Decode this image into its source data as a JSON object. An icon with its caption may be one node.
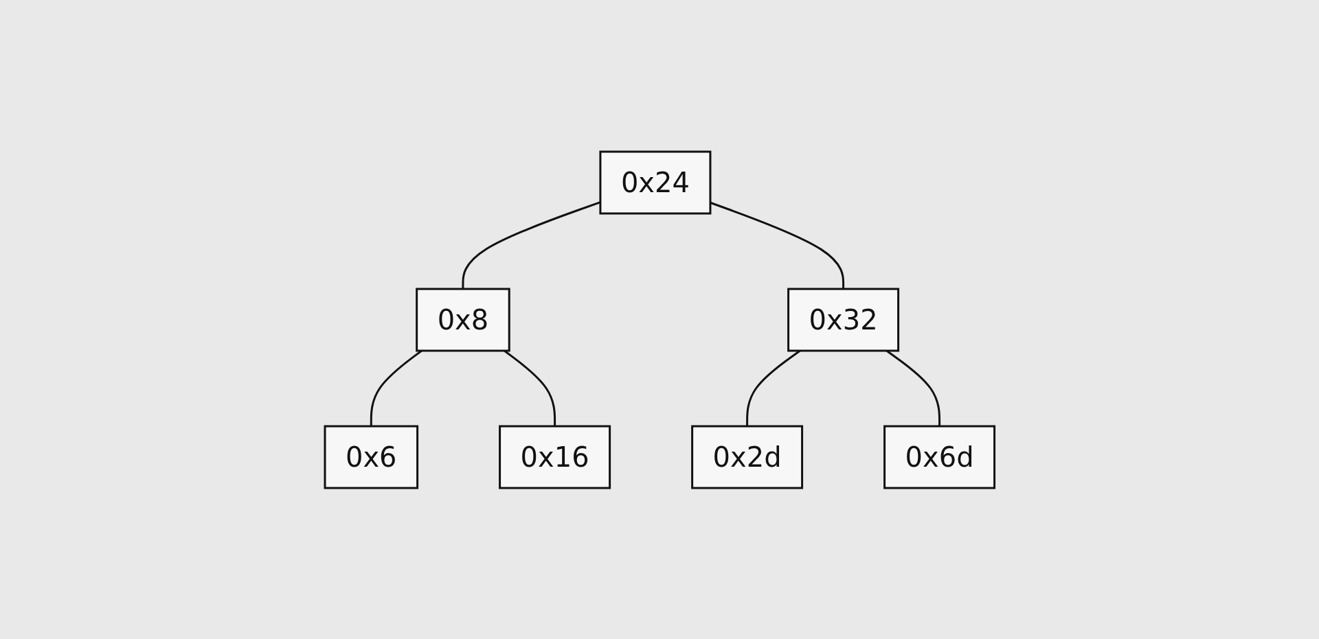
{
  "diagram": {
    "nodes": [
      {
        "text": [
          "0x24"
        ]
      },
      {
        "text": [
          "0x8"
        ]
      },
      {
        "text": [
          "0x32"
        ]
      },
      {
        "text": [
          "0x6"
        ]
      },
      {
        "text": [
          "0x16"
        ]
      },
      {
        "text": [
          "0x2d"
        ]
      },
      {
        "text": [
          "0x6d"
        ]
      }
    ],
    "edges": [
      {
        "from": 0,
        "to": 1,
        "arrow": "none"
      },
      {
        "from": 0,
        "to": 2,
        "arrow": "none"
      },
      {
        "from": 1,
        "to": 3,
        "arrow": "none"
      },
      {
        "from": 1,
        "to": 4,
        "arrow": "none"
      },
      {
        "from": 2,
        "to": 5,
        "arrow": "none"
      },
      {
        "from": 2,
        "to": 6,
        "arrow": "none"
      }
    ]
  }
}
